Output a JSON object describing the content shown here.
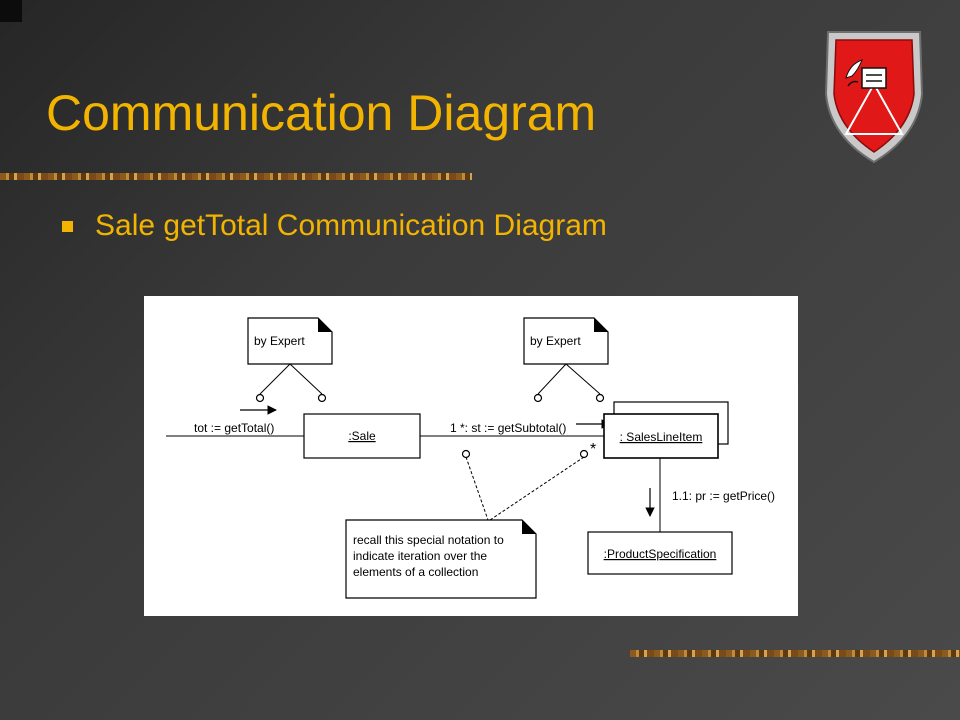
{
  "slide": {
    "title": "Communication Diagram",
    "bullet": "Sale getTotal Communication Diagram"
  },
  "colors": {
    "title": "#f2b400",
    "background_dark": "#262626",
    "background_light": "#4a4a4a",
    "shield_red": "#e01818",
    "diagram_background": "#ffffff"
  },
  "icons": [
    "shield-logo-icon",
    "square-bullet-icon"
  ],
  "diagram": {
    "notes": [
      {
        "text": "by Expert"
      },
      {
        "text": "by Expert"
      },
      {
        "lines": [
          "recall this special notation to",
          "indicate iteration over the",
          "elements of a collection"
        ]
      }
    ],
    "objects": [
      ":Sale",
      ": SalesLineItem",
      ":ProductSpecification"
    ],
    "messages": [
      "tot := getTotal()",
      "1 *: st := getSubtotal()",
      "1.1: pr := getPrice()"
    ],
    "multiplicity": "*"
  }
}
